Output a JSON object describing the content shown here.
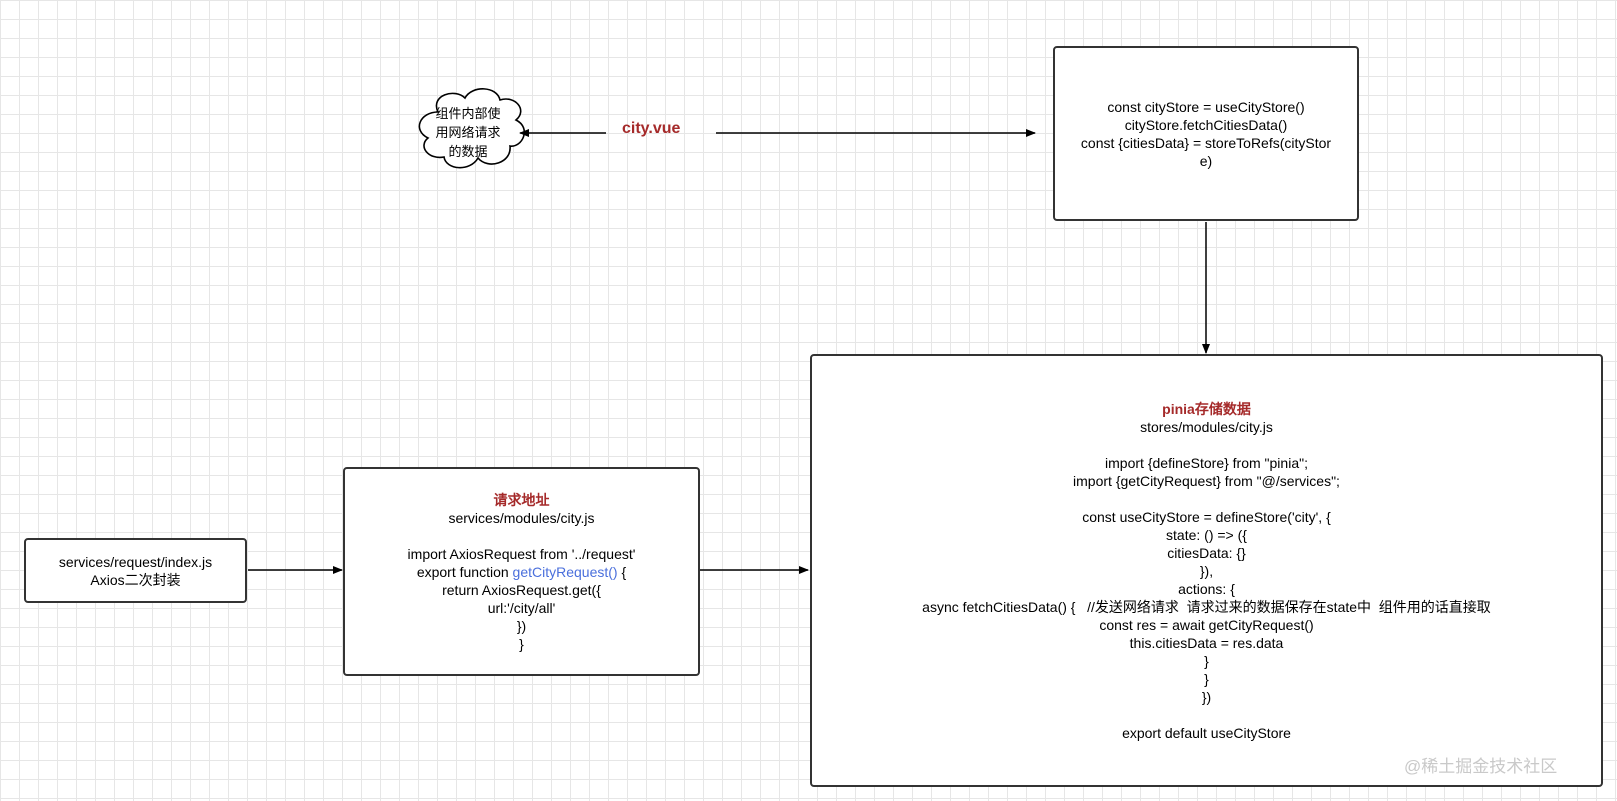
{
  "cloud": {
    "lines": [
      "组件内部使",
      "用网络请求",
      "的数据"
    ]
  },
  "city_vue_label": "city.vue",
  "component_box": {
    "lines": [
      "const cityStore = useCityStore()",
      "cityStore.fetchCitiesData()",
      "const {citiesData} = storeToRefs(cityStor",
      "e)"
    ]
  },
  "request_box": {
    "lines": [
      "services/request/index.js",
      "Axios二次封装"
    ]
  },
  "services_box": {
    "title": "请求地址",
    "path": "services/modules/city.js",
    "code": {
      "import_line": "import AxiosRequest from '../request'",
      "export_prefix": "export function ",
      "export_fn_name": "getCityRequest()",
      "export_suffix": " {",
      "return_line": "return AxiosRequest.get({",
      "url_line": "url:'/city/all'",
      "close1": "})",
      "close2": "}"
    }
  },
  "pinia_box": {
    "title": "pinia存储数据",
    "path": "stores/modules/city.js",
    "code_lines": [
      "import {defineStore} from \"pinia\";",
      "import {getCityRequest} from \"@/services\";",
      "",
      "const useCityStore = defineStore('city', {",
      "state: () => ({",
      "citiesData: {}",
      "}),",
      "actions: {",
      "async fetchCitiesData() {   //发送网络请求  请求过来的数据保存在state中  组件用的话直接取",
      "const res = await getCityRequest()",
      "this.citiesData = res.data",
      "}",
      "}",
      "})",
      "",
      "export default useCityStore"
    ]
  },
  "watermark": "@稀土掘金技术社区",
  "colors": {
    "title_red": "#a52a2a",
    "link_blue": "#4a6fdc",
    "stroke": "#333333",
    "grid": "#e6e6e6"
  }
}
